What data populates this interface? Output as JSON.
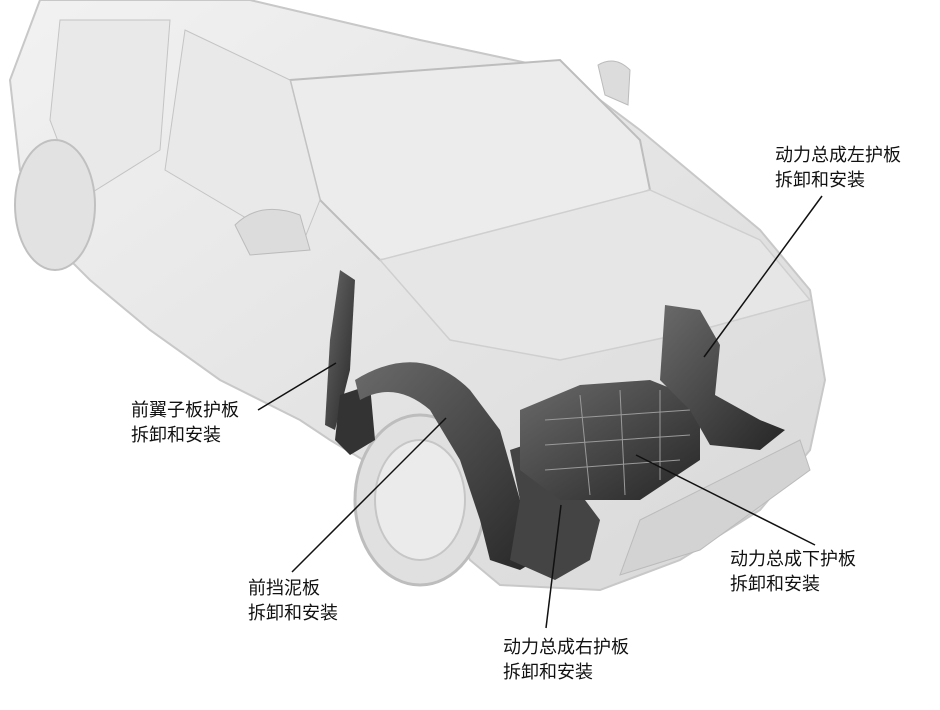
{
  "labels": {
    "left_cover": {
      "line1": "动力总成左护板",
      "line2": "拆卸和安装"
    },
    "fender_liner_cover": {
      "line1": "前翼子板护板",
      "line2": "拆卸和安装"
    },
    "front_splash_shield": {
      "line1": "前挡泥板",
      "line2": "拆卸和安装"
    },
    "under_cover": {
      "line1": "动力总成下护板",
      "line2": "拆卸和安装"
    },
    "right_cover": {
      "line1": "动力总成右护板",
      "line2": "拆卸和安装"
    }
  },
  "colors": {
    "body": "#e4e4e4",
    "body_edge": "#c8c8c8",
    "parts": "#3a3a3a",
    "leader": "#111111"
  }
}
